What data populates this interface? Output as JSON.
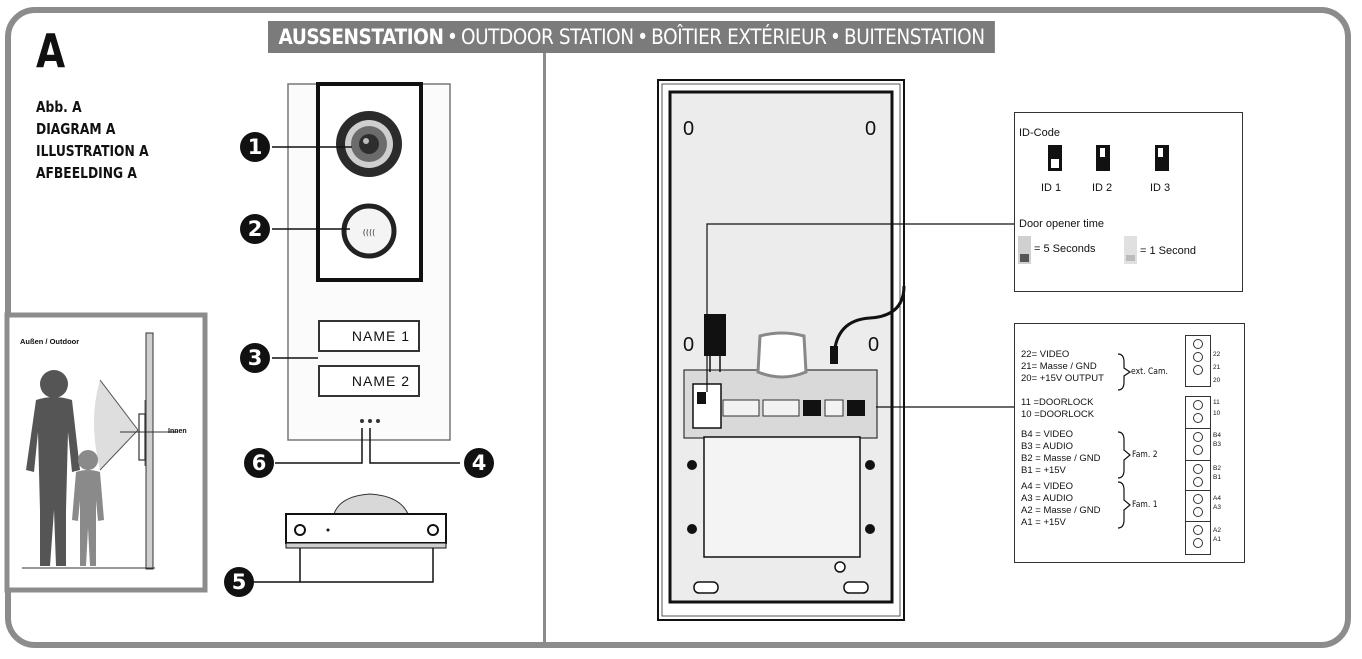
{
  "banner": {
    "de": "AUSSENSTATION",
    "en": "OUTDOOR STATION",
    "fr": "BOÎTIER EXTÉRIEUR",
    "nl": "BUITENSTATION",
    "separator": "•"
  },
  "figure_letter": "A",
  "captions": [
    "Abb. A",
    "DIAGRAM A",
    "ILLUSTRATION A",
    "AFBEELDING A"
  ],
  "callouts": [
    "1",
    "2",
    "3",
    "4",
    "5",
    "6"
  ],
  "name_buttons": [
    "NAME 1",
    "NAME 2"
  ],
  "install_scene": {
    "outside_label": "Außen / Outdoor",
    "inside_label": "Innen"
  },
  "back_panel": {
    "corner_marks": [
      "0",
      "0",
      "0",
      "0"
    ]
  },
  "settings_box": {
    "id_title": "ID-Code",
    "ids": [
      "ID 1",
      "ID 2",
      "ID 3"
    ],
    "door_title": "Door opener time",
    "time_long": "= 5 Seconds",
    "time_short": "= 1 Second"
  },
  "wiring": {
    "lines": [
      "22= VIDEO",
      "21= Masse / GND",
      "20= +15V OUTPUT",
      "11 =DOORLOCK",
      "10 =DOORLOCK",
      "B4 = VIDEO",
      "B3 = AUDIO",
      "B2 = Masse / GND",
      "B1 = +15V",
      "A4 = VIDEO",
      "A3 = AUDIO",
      "A2 = Masse / GND",
      "A1 = +15V"
    ],
    "groups": [
      "ext. Cam.",
      "Fam. 2",
      "Fam. 1"
    ],
    "terminal_labels": [
      "22",
      "21",
      "20",
      "11",
      "10",
      "B4",
      "B3",
      "B2",
      "B1",
      "A4",
      "A3",
      "A2",
      "A1"
    ]
  },
  "colors": {
    "frame": "#8c8c8c",
    "banner_bg": "#7b7b7b",
    "panel_fill": "#e6e6e6",
    "callout": "#111111"
  }
}
